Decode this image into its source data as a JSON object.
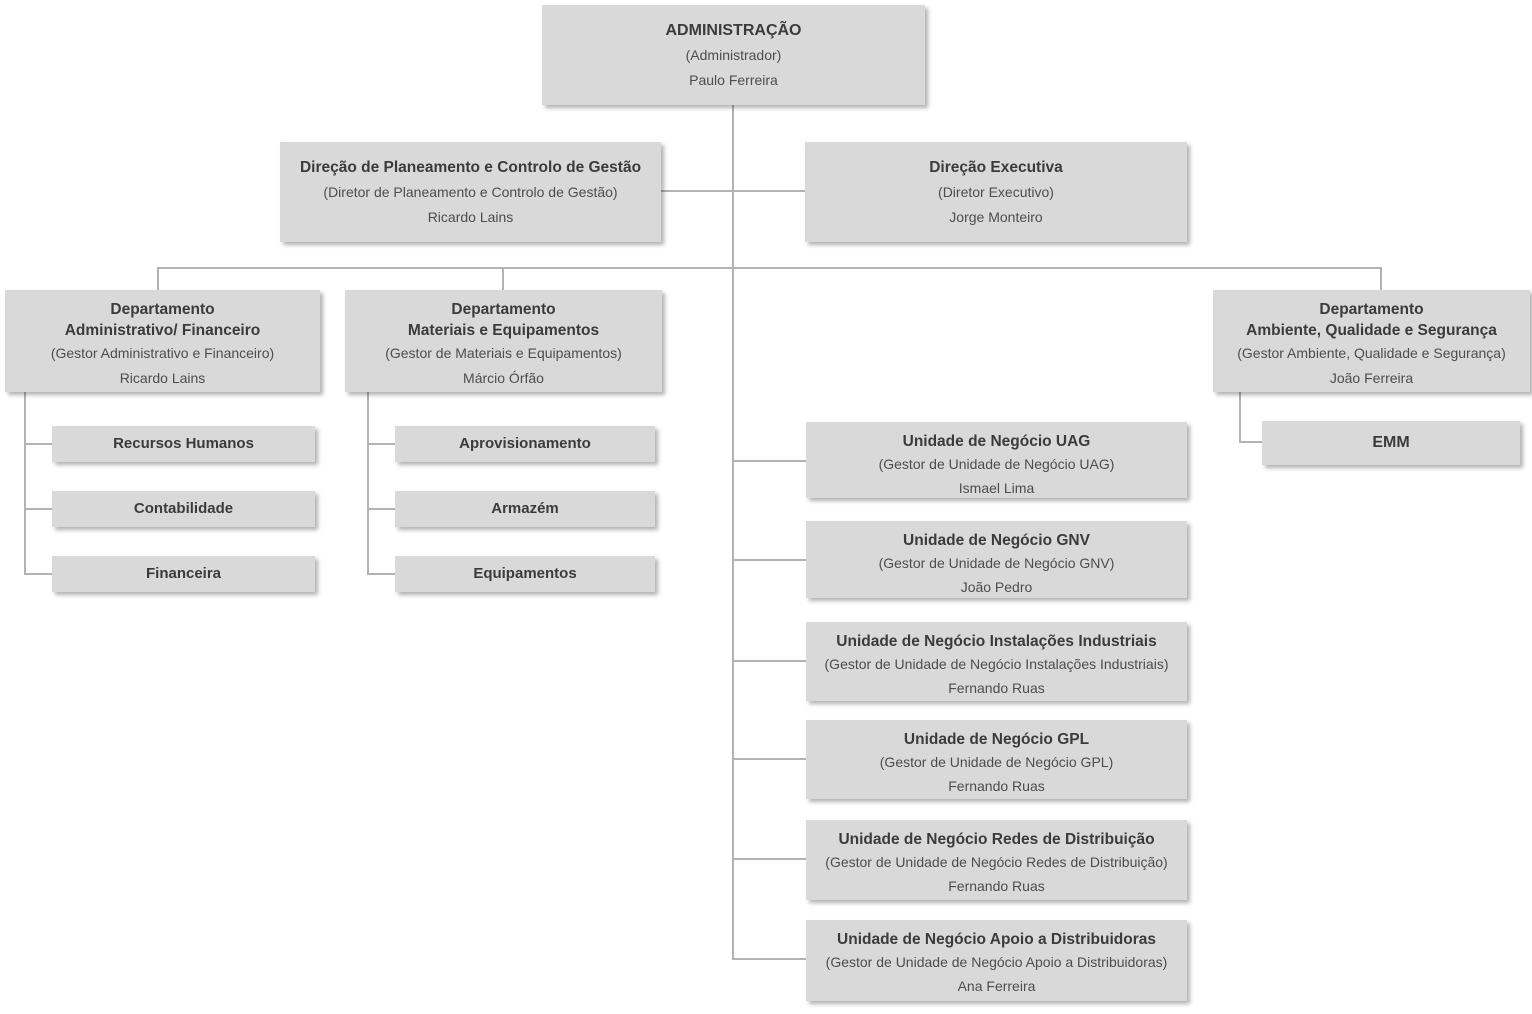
{
  "diagram_type": "org-chart",
  "colors": {
    "box_fill": "#d9d9d9",
    "line": "#b3b3b3",
    "title_text": "#3b3b3b",
    "body_text": "#4d4d4d"
  },
  "org": {
    "admin": {
      "title": "ADMINISTRAÇÃO",
      "role": "(Administrador)",
      "person": "Paulo Ferreira"
    },
    "dpcg": {
      "title": "Direção de Planeamento e Controlo de Gestão",
      "role": "(Diretor de Planeamento e Controlo de Gestão)",
      "person": "Ricardo Lains"
    },
    "exec": {
      "title": "Direção Executiva",
      "role": "(Diretor Executivo)",
      "person": "Jorge Monteiro"
    },
    "dept_af": {
      "title1": "Departamento",
      "title2": "Administrativo/ Financeiro",
      "role": "(Gestor Administrativo e Financeiro)",
      "person": "Ricardo Lains"
    },
    "dept_me": {
      "title1": "Departamento",
      "title2": "Materiais e Equipamentos",
      "role": "(Gestor de Materiais e Equipamentos)",
      "person": "Márcio Órfão"
    },
    "dept_aqs": {
      "title1": "Departamento",
      "title2": "Ambiente, Qualidade e Segurança",
      "role": "(Gestor Ambiente, Qualidade e Segurança)",
      "person": "João Ferreira"
    },
    "rh": {
      "title": "Recursos Humanos"
    },
    "cont": {
      "title": "Contabilidade"
    },
    "fin": {
      "title": "Financeira"
    },
    "aprov": {
      "title": "Aprovisionamento"
    },
    "armazem": {
      "title": "Armazém"
    },
    "equip": {
      "title": "Equipamentos"
    },
    "emm": {
      "title": "EMM"
    },
    "uag": {
      "title": "Unidade de Negócio UAG",
      "role": "(Gestor de Unidade de Negócio UAG)",
      "person": "Ismael Lima"
    },
    "gnv": {
      "title": "Unidade de Negócio GNV",
      "role": "(Gestor de Unidade de Negócio GNV)",
      "person": "João Pedro"
    },
    "ii": {
      "title": "Unidade de Negócio Instalações Industriais",
      "role": "(Gestor de Unidade de Negócio Instalações Industriais)",
      "person": "Fernando Ruas"
    },
    "gpl": {
      "title": "Unidade de Negócio GPL",
      "role": "(Gestor de Unidade de Negócio GPL)",
      "person": "Fernando Ruas"
    },
    "rd": {
      "title": "Unidade de Negócio Redes de Distribuição",
      "role": "(Gestor de Unidade de Negócio Redes de Distribuição)",
      "person": "Fernando Ruas"
    },
    "ad": {
      "title": "Unidade de Negócio Apoio a Distribuidoras",
      "role": "(Gestor de Unidade de Negócio Apoio a Distribuidoras)",
      "person": "Ana Ferreira"
    }
  }
}
